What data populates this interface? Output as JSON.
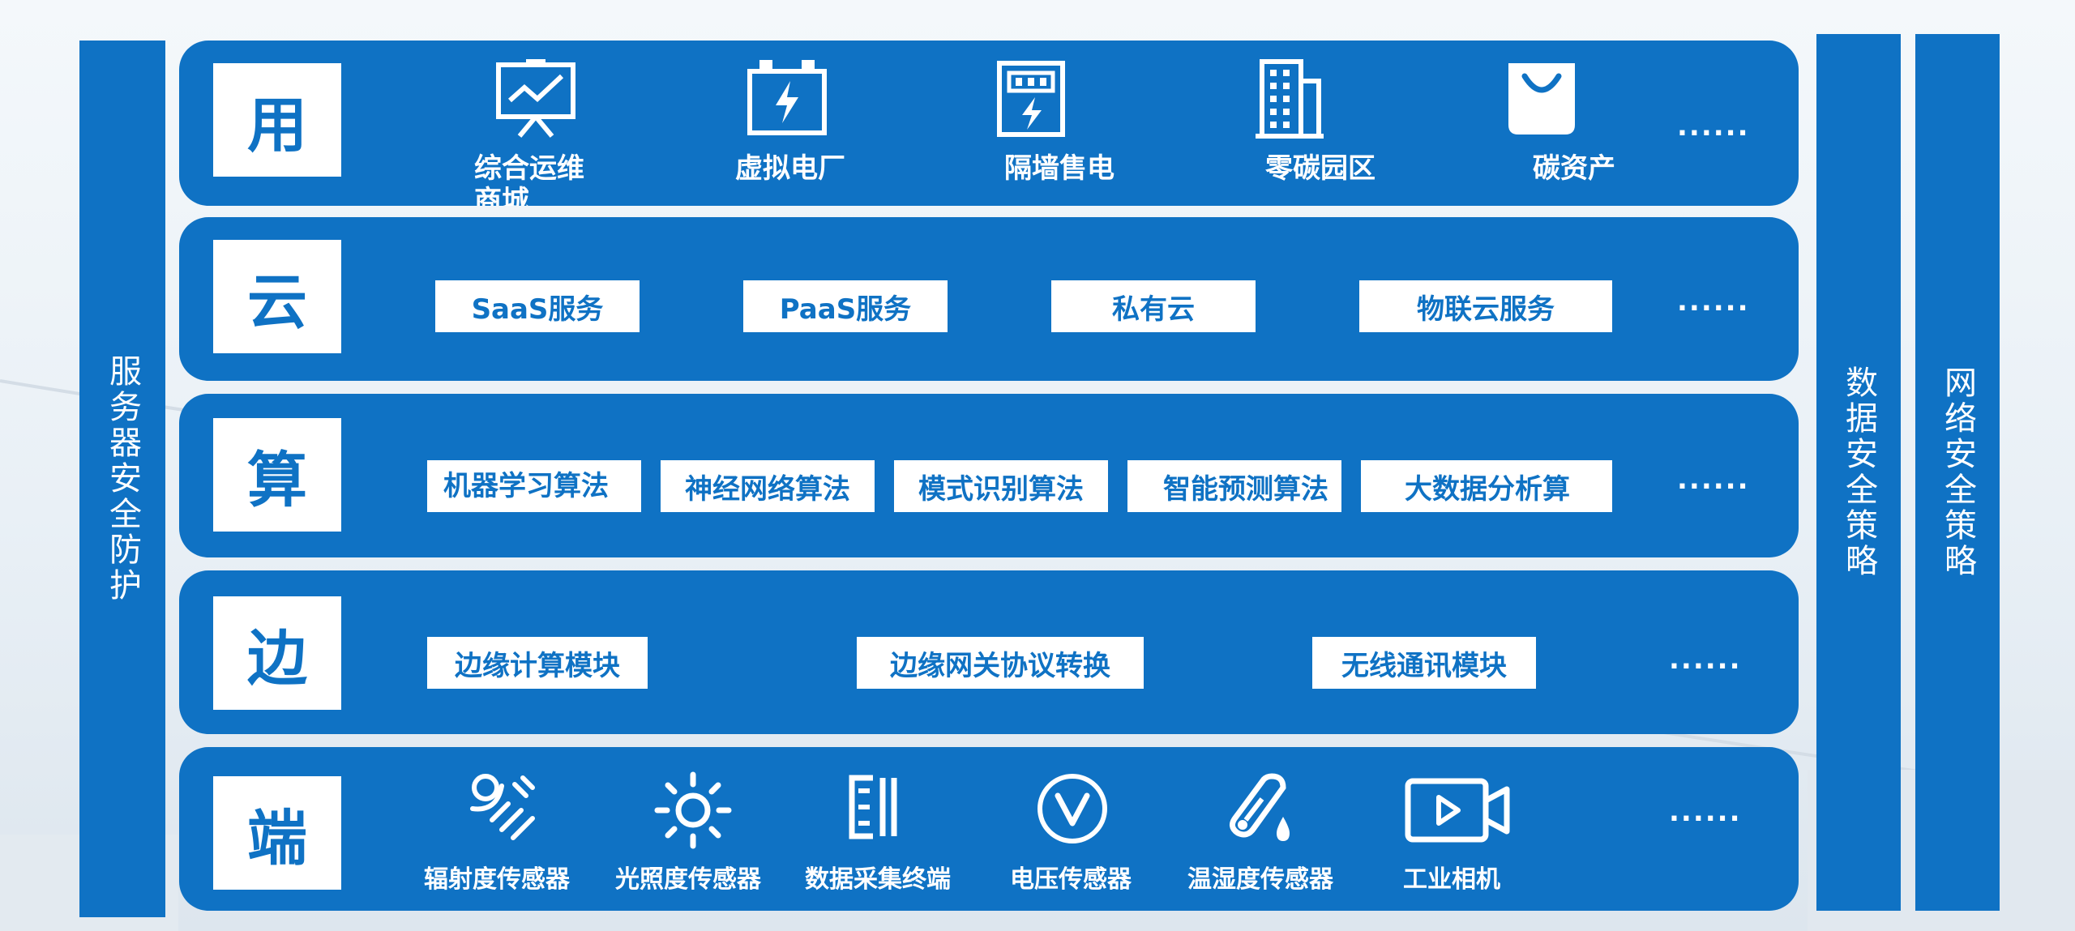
{
  "left_bar": {
    "text": "服务器安全防护"
  },
  "right_bars": [
    {
      "text": "数据安全策略"
    },
    {
      "text": "网络安全策略"
    }
  ],
  "rows": {
    "app": {
      "label": "用",
      "items": [
        {
          "label": "综合运维商城",
          "icon": "presentation-chart-icon"
        },
        {
          "label": "虚拟电厂",
          "icon": "battery-bolt-icon"
        },
        {
          "label": "隔墙售电",
          "icon": "power-meter-icon"
        },
        {
          "label": "零碳园区",
          "icon": "building-icon"
        },
        {
          "label": "碳资产",
          "icon": "shopping-bag-icon"
        }
      ],
      "more": "......"
    },
    "cloud": {
      "label": "云",
      "items": [
        "SaaS服务",
        "PaaS服务",
        "私有云",
        "物联云服务"
      ],
      "more": "......"
    },
    "compute": {
      "label": "算",
      "items": [
        "机器学习算法",
        "神经网络算法",
        "模式识别算法",
        "智能预测算法",
        "大数据分析算"
      ],
      "more": "......"
    },
    "edge": {
      "label": "边",
      "items": [
        "边缘计算模块",
        "边缘网关协议转换",
        "无线通讯模块"
      ],
      "more": "......"
    },
    "device": {
      "label": "端",
      "items": [
        {
          "label": "辐射度传感器",
          "icon": "radiation-icon"
        },
        {
          "label": "光照度传感器",
          "icon": "sun-icon"
        },
        {
          "label": "数据采集终端",
          "icon": "data-terminal-icon"
        },
        {
          "label": "电压传感器",
          "icon": "voltage-icon"
        },
        {
          "label": "温湿度传感器",
          "icon": "thermometer-droplet-icon"
        },
        {
          "label": "工业相机",
          "icon": "video-camera-icon"
        }
      ],
      "more": "......"
    }
  },
  "colors": {
    "primary": "#0f72c4",
    "box_bg": "#ffffff",
    "page_bg": "#eef3f7"
  }
}
